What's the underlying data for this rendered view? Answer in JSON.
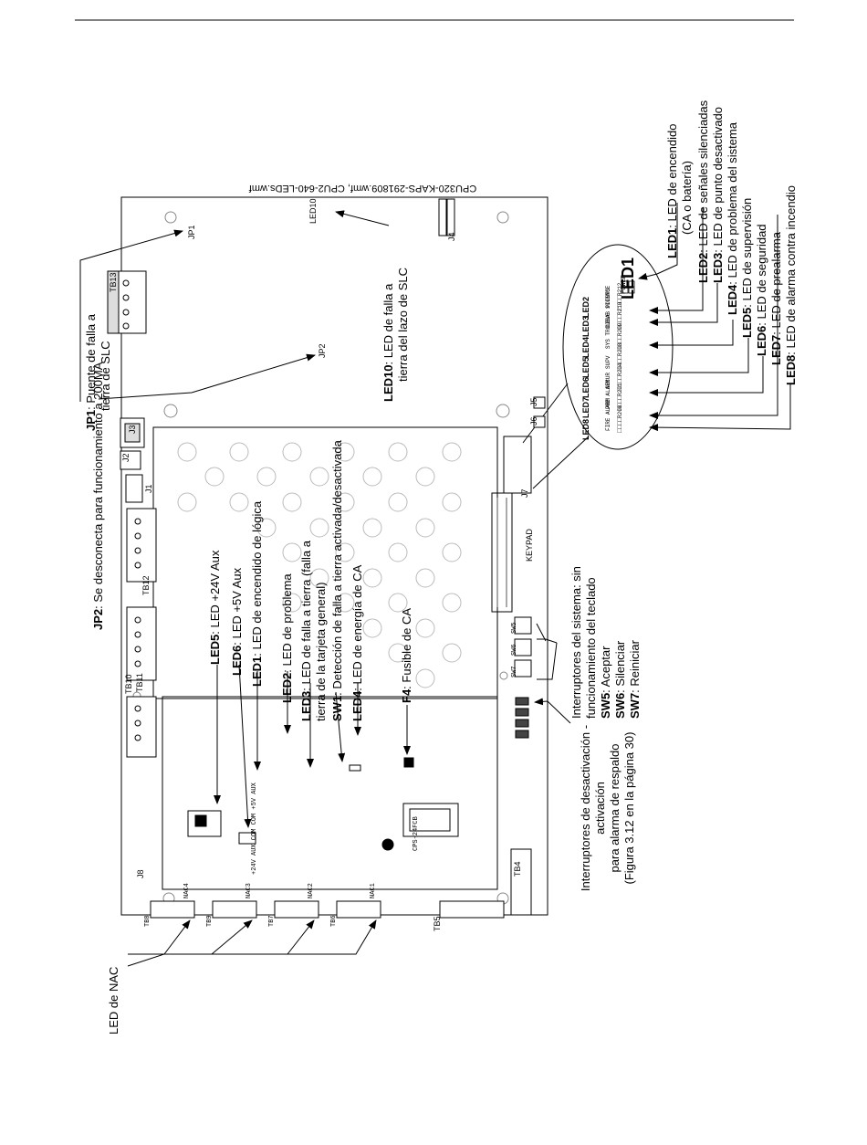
{
  "figure_file": "CPU320-KAPS-291809.wmf, CPU2-640-LEDs.wmf",
  "labels": {
    "jp1": {
      "title": "JP1",
      "line1": ": Puente de falla a",
      "line2": "tierra de SLC"
    },
    "jp2": {
      "title": "JP2",
      "text": ": Se desconecta para funcionamiento a 200MA"
    },
    "led10": {
      "title": "LED10",
      "line1": ": LED de falla a",
      "line2": "tierra del lazo de SLC"
    },
    "led5": {
      "title": "LED5",
      "text": ": LED +24V Aux"
    },
    "led6": {
      "title": "LED6",
      "text": ": LED +5V Aux"
    },
    "led1b": {
      "title": "LED1",
      "text": ": LED de encendido de lógica"
    },
    "led2b": {
      "title": "LED2",
      "text": ": LED de problema"
    },
    "led3b": {
      "title": "LED3",
      "line1": ": LED de falla a tierra (falla a",
      "line2": "tierra de la tarjeta general)"
    },
    "sw1": {
      "title": "SW1",
      "text": ": Detección de falla a tierra activada/desactivada"
    },
    "led4b": {
      "title": "LED4",
      "text": ": LED de energía de CA"
    },
    "f4": {
      "title": "F4",
      "text": ": Fusible de CA"
    },
    "nac": {
      "text": "LED de NAC"
    },
    "disable": {
      "line1": "Interruptores de desactivación -",
      "line2": "activación",
      "line3": "para alarma de respaldo",
      "line4": "(Figura 3.12 en la página 30)"
    },
    "switches": {
      "line1": "Interruptores del sistema: sin",
      "line2": "funcionamiento del teclado",
      "sw5t": "SW5",
      "sw5": ": Aceptar",
      "sw6t": "SW6",
      "sw6": ": Silenciar",
      "sw7t": "SW7",
      "sw7": ": Reiniciar"
    },
    "leds_right": [
      {
        "title": "LED1",
        "text": ": LED de encendido",
        "line2": "(CA o batería)"
      },
      {
        "title": "LED2",
        "text": ": LED de señales silenciadas"
      },
      {
        "title": "LED3",
        "text": ": LED de punto desactivado"
      },
      {
        "title": "LED4",
        "text": ": LED de problema del sistema"
      },
      {
        "title": "LED5",
        "text": ": LED de supervisión"
      },
      {
        "title": "LED6",
        "text": ": LED de seguridad"
      },
      {
        "title": "LED7",
        "text": ": LED de prealarma"
      },
      {
        "title": "LED8",
        "text": ": LED de alarma contra incendio"
      }
    ]
  },
  "board": {
    "tb13": "TB13",
    "tb12": "TB12",
    "tb11": "TB11",
    "tb10": "TB10",
    "tb5": "TB5",
    "tb4": "TB4",
    "j1": "J1",
    "j2": "J2",
    "j3": "J3",
    "j4": "J4",
    "j5": "J5",
    "j6": "J6",
    "j7": "J7",
    "j8": "J8",
    "jp1": "JP1",
    "jp2": "JP2",
    "led10": "LED10",
    "keypad": "KEYPAD",
    "sw5": "SW5",
    "sw6": "SW6",
    "sw7": "SW7",
    "psu": "CPS-24FCB",
    "aux": "+24V AUX COM COM +5V AUX",
    "nac_blocks": [
      {
        "tb": "TB8",
        "nac": "NAC4"
      },
      {
        "tb": "TB9",
        "nac": "NAC3"
      },
      {
        "tb": "TB7",
        "nac": "NAC2"
      },
      {
        "tb": "TB6",
        "nac": "NAC1"
      }
    ]
  },
  "zoom": {
    "led1": "LED1",
    "power": "POWER",
    "rows": [
      {
        "led": "LED2",
        "name": "SILENCE",
        "r": "R212"
      },
      {
        "led": "LED3",
        "name": "DISAB POINTS",
        "r": "R210"
      },
      {
        "led": "LED4",
        "name": "SYS TROUBLE",
        "r": "R209"
      },
      {
        "led": "LED5",
        "name": "SUPV",
        "r": "R208"
      },
      {
        "led": "LED6",
        "name": "SECUR",
        "r": "R204"
      },
      {
        "led": "LED7",
        "name": "PRE ALARM",
        "r": "R201"
      },
      {
        "led": "LED8",
        "name": "FIRE ALARM",
        "r": "R200"
      }
    ]
  }
}
